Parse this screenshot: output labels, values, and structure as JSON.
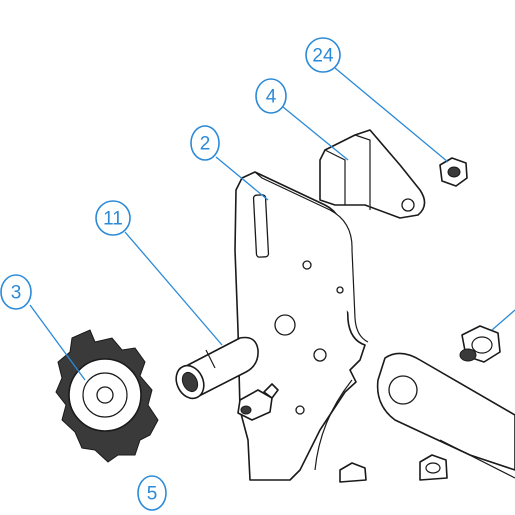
{
  "balloons": [
    {
      "id": "b24",
      "label": "24"
    },
    {
      "id": "b4",
      "label": "4"
    },
    {
      "id": "b2",
      "label": "2"
    },
    {
      "id": "b11",
      "label": "11"
    },
    {
      "id": "b3",
      "label": "3"
    },
    {
      "id": "b5",
      "label": "5"
    }
  ],
  "colors": {
    "line": "#1a1a1a",
    "callout": "#2b8ad8",
    "background": "#ffffff"
  }
}
